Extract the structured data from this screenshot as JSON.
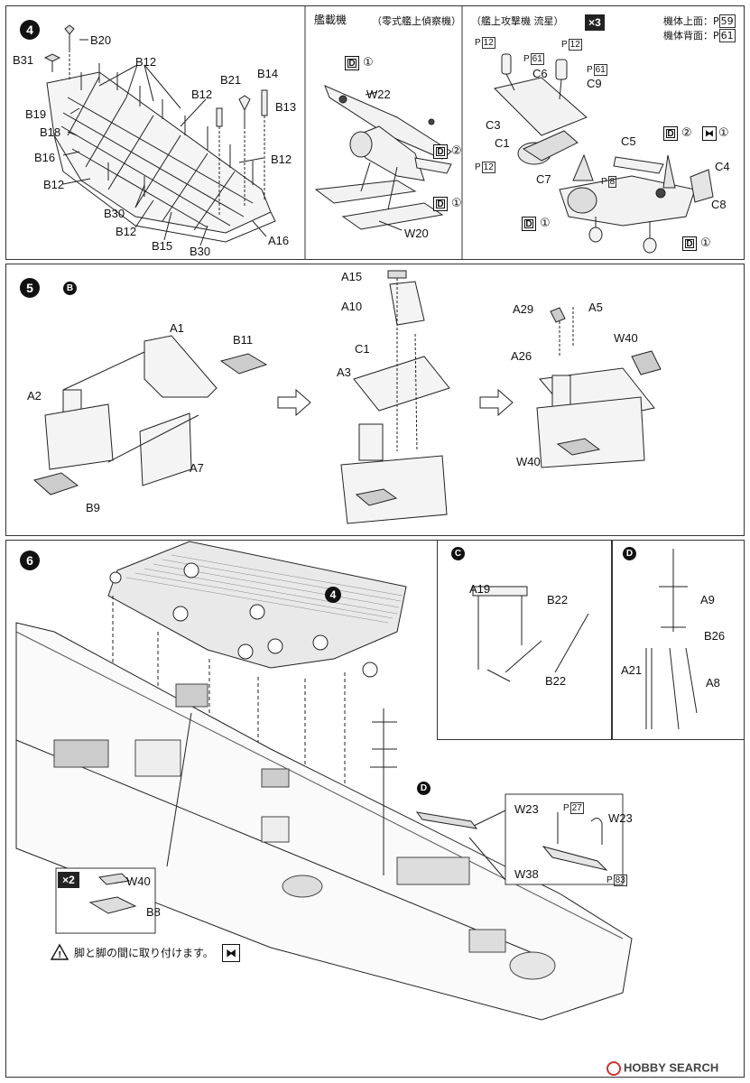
{
  "step4": {
    "number": "4",
    "labels": {
      "B20": "B20",
      "B31": "B31",
      "B12a": "B12",
      "B12b": "B12",
      "B12c": "B12",
      "B12d": "B12",
      "B12e": "B12",
      "B21": "B21",
      "B14": "B14",
      "B13": "B13",
      "B19": "B19",
      "B18": "B18",
      "B16": "B16",
      "B30a": "B30",
      "B30b": "B30",
      "B15": "B15",
      "A16": "A16"
    },
    "aircraft1": {
      "title": "艦載機",
      "subtitle": "（零式艦上偵察機）",
      "W22": "W22",
      "W20": "W20",
      "c1": "①",
      "c2": "②",
      "c3": "①",
      "D": "D"
    },
    "aircraft2": {
      "title": "（艦上攻撃機 流星）",
      "multiplier": "×3",
      "ph_labels": [
        "P",
        "P",
        "P",
        "P",
        "P",
        "P"
      ],
      "ph_nums": [
        "12",
        "61",
        "12",
        "61",
        "12",
        "8"
      ],
      "C6": "C6",
      "C9": "C9",
      "C3": "C3",
      "C1": "C1",
      "C5": "C5",
      "C4": "C4",
      "C7": "C7",
      "C8": "C8",
      "c1": "①",
      "c2": "②",
      "c3": "①",
      "c4": "①"
    },
    "legend": {
      "top": "機体上面：",
      "top_num": "59",
      "bottom": "機体背面：",
      "bottom_num": "61",
      "p": "P"
    }
  },
  "step5": {
    "number": "5",
    "sub": "B",
    "labels": {
      "A1": "A1",
      "B11": "B11",
      "A2": "A2",
      "A7": "A7",
      "B9": "B9",
      "A15": "A15",
      "A10": "A10",
      "C1": "C1",
      "A3": "A3",
      "A29": "A29",
      "A5": "A5",
      "A26": "A26",
      "W40a": "W40",
      "W40b": "W40"
    }
  },
  "step6": {
    "number": "6",
    "ref4": "4",
    "refD": "D",
    "inset_x2": "×2",
    "W40": "W40",
    "B8": "B8",
    "note": "脚と脚の間に取り付けます。",
    "W23a": "W23",
    "W23b": "W23",
    "W38": "W38",
    "P27": "27",
    "P83": "83",
    "P": "P"
  },
  "panelC": {
    "badge": "C",
    "A19": "A19",
    "B22a": "B22",
    "B22b": "B22"
  },
  "panelD": {
    "badge": "D",
    "A9": "A9",
    "B26": "B26",
    "A21": "A21",
    "A8": "A8"
  },
  "watermark": "HOBBY SEARCH"
}
